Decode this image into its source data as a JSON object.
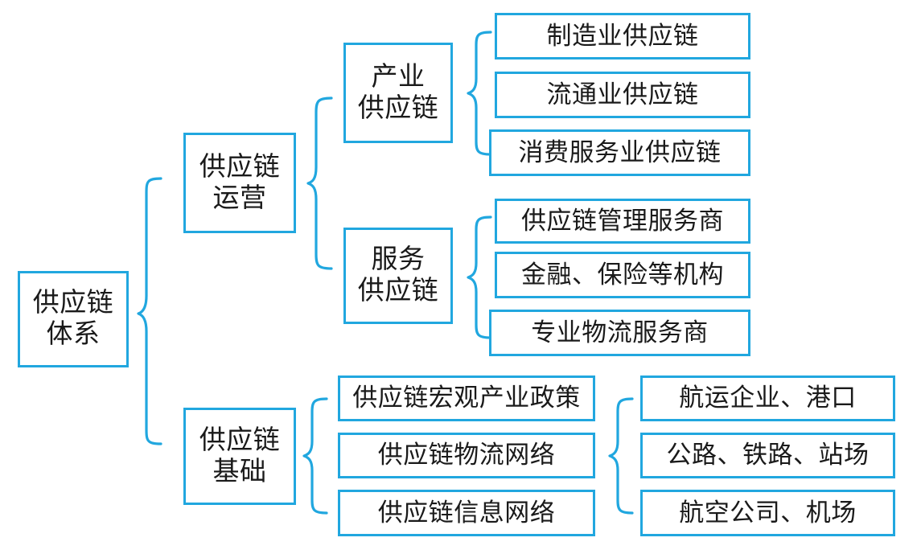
{
  "diagram": {
    "title": "供应链体系",
    "accent_color": "#21a7df",
    "text_color": "#1a1a1a",
    "background_color": "#ffffff",
    "root": {
      "label": "供应链\n体系"
    },
    "branches": [
      {
        "label": "供应链\n运营",
        "groups": [
          {
            "label": "产业\n供应链",
            "items": [
              "制造业供应链",
              "流通业供应链",
              "消费服务业供应链"
            ]
          },
          {
            "label": "服务\n供应链",
            "items": [
              "供应链管理服务商",
              "金融、保险等机构",
              "专业物流服务商"
            ]
          }
        ]
      },
      {
        "label": "供应链\n基础",
        "items": [
          "供应链宏观产业政策",
          "供应链物流网络",
          "供应链信息网络"
        ],
        "network_items": [
          "航运企业、港口",
          "公路、铁路、站场",
          "航空公司、机场"
        ]
      }
    ]
  }
}
